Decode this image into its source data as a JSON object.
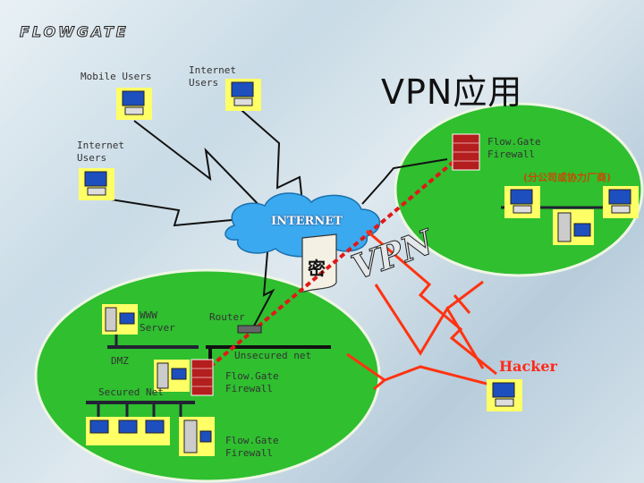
{
  "title": "VPN应用",
  "logo": "FLOWGATE",
  "labels": {
    "mobile_users": "Mobile Users",
    "internet_users_top": "Internet\nUsers",
    "internet_users_left": "Internet\nUsers",
    "flowgate_firewall_top": "Flow.Gate\nFirewall",
    "branch": "(分公司或协力厂商)",
    "internet": "INTERNET",
    "encrypt": "密",
    "vpn": "VPN",
    "www_server": "WWW\nServer",
    "router": "Router",
    "dmz": "DMZ",
    "unsecured_net": "Unsecured net",
    "secured_net": "Secured Net",
    "flowgate_firewall_mid": "Flow.Gate\nFirewall",
    "flowgate_firewall_bottom": "Flow.Gate\nFirewall",
    "hacker": "Hacker"
  },
  "colors": {
    "ellipse_fill": "#2fbf2f",
    "ellipse_stroke": "#e6f2d8",
    "cloud": "#33aaf2",
    "vpn_tunnel": "#e01818",
    "attack": "#ff3311",
    "icon_bg": "#ffff66"
  }
}
